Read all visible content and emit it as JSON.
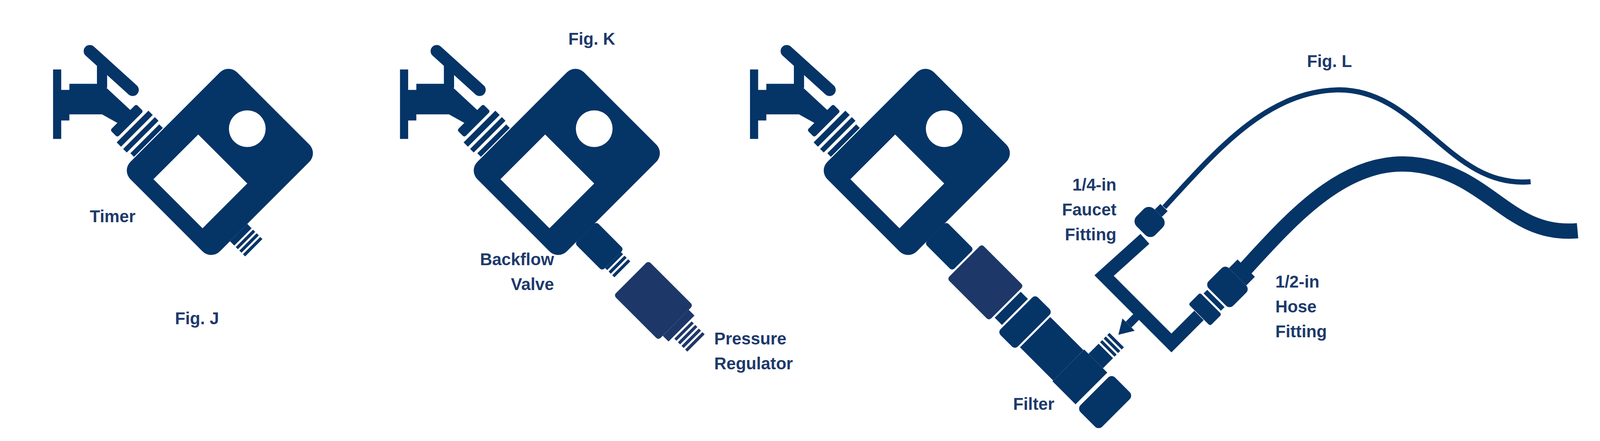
{
  "diagram": {
    "labels": [
      "Timer",
      "Fig. J",
      "Fig. K",
      "Backflow Valve",
      "Pressure Regulator",
      "Fig. L",
      "1/4-in Faucet Fitting",
      "1/2-in Hose Fitting",
      "Filter"
    ]
  }
}
